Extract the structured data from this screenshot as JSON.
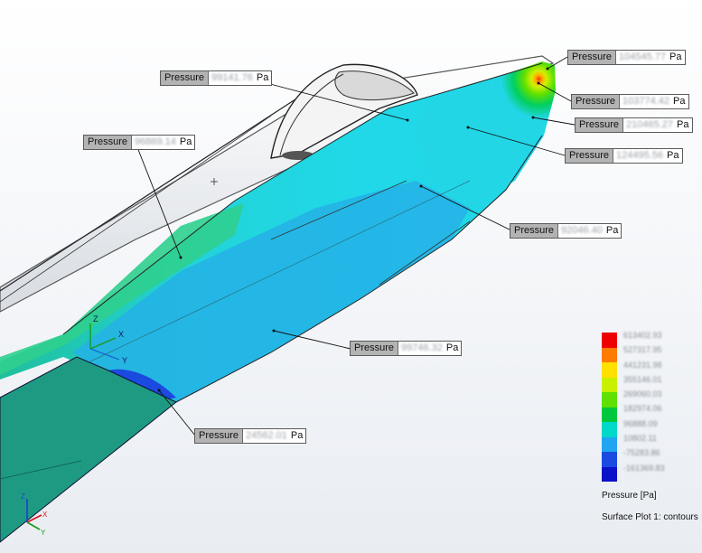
{
  "probes": [
    {
      "label": "Pressure",
      "value": "104545.77",
      "unit": "Pa"
    },
    {
      "label": "Pressure",
      "value": "103774.42",
      "unit": "Pa"
    },
    {
      "label": "Pressure",
      "value": "210465.27",
      "unit": "Pa"
    },
    {
      "label": "Pressure",
      "value": "124495.56",
      "unit": "Pa"
    },
    {
      "label": "Pressure",
      "value": "99141.76",
      "unit": "Pa"
    },
    {
      "label": "Pressure",
      "value": "96869.14",
      "unit": "Pa"
    },
    {
      "label": "Pressure",
      "value": "92046.40",
      "unit": "Pa"
    },
    {
      "label": "Pressure",
      "value": "99746.32",
      "unit": "Pa"
    },
    {
      "label": "Pressure",
      "value": "24562.01",
      "unit": "Pa"
    }
  ],
  "legend": {
    "title": "Pressure [Pa]",
    "ticks": [
      "613402.93",
      "527317.95",
      "441231.98",
      "355146.01",
      "269060.03",
      "182974.06",
      "96888.09",
      "10802.11",
      "-75283.86",
      "-161369.83"
    ],
    "colors": [
      "#ee0000",
      "#ff7a00",
      "#ffe000",
      "#c8f000",
      "#5fe000",
      "#00c83c",
      "#00d8c8",
      "#20a6f0",
      "#1a4ae0",
      "#0a12c8"
    ]
  },
  "plot_title": "Surface Plot 1: contours",
  "triad": {
    "x": "X",
    "y": "Y",
    "z": "Z"
  },
  "colors": {
    "background": "#f3f5f8",
    "skin_cyan": "#22d6e6",
    "skin_blue": "#25b2e6",
    "skin_green": "#2fcf8e",
    "wing": "#1f9a82"
  }
}
